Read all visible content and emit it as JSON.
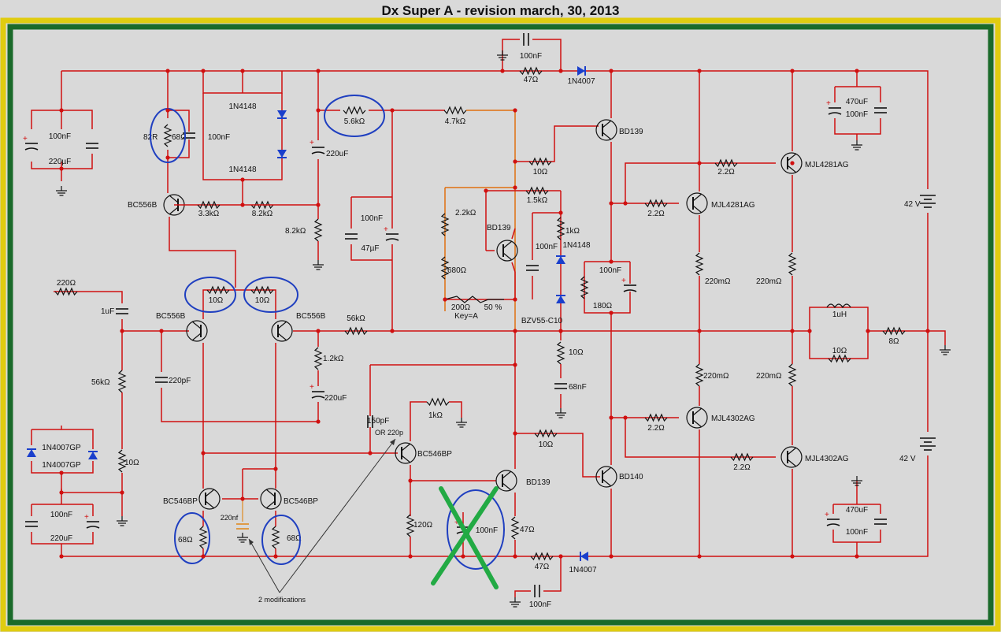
{
  "title": "Dx Super A - revision march, 30, 2013",
  "colors": {
    "wire": "#d01010",
    "orange_wire": "#e07010",
    "component": "#111111",
    "diode": "#1a3fcc",
    "highlight": "#1f3fc0",
    "cross": "#22aa44",
    "modification": "#e08a20",
    "border_outer": "#e0cc10",
    "border_inner": "#1a6a2a",
    "background": "#d9d9d9"
  },
  "supplies": {
    "positive": "42 V",
    "negative": "42 V"
  },
  "components": {
    "c_100nF_top": "100nF",
    "r_47_top": "47Ω",
    "d_1N4007_top": "1N4007",
    "c_100nF_left_top": "100nF",
    "c_220uF_left_top": "220µF",
    "r_82R": "82R",
    "r_68_top": "68Ω",
    "c_100nF_bias": "100nF",
    "d_1N4148_a": "1N4148",
    "d_1N4148_b": "1N4148",
    "c_220uF_mid": "220uF",
    "r_5_6k": "5.6kΩ",
    "r_4_7k": "4.7kΩ",
    "q_bd139_top": "BD139",
    "r_10_bd": "10Ω",
    "q_bc556_top": "BC556B",
    "r_3_3k": "3.3kΩ",
    "r_8_2k_h": "8.2kΩ",
    "r_8_2k_v": "8.2kΩ",
    "c_100nF_mid": "100nF",
    "c_47uF": "47µF",
    "r_2_2k": "2.2kΩ",
    "q_bd139_vbe": "BD139",
    "r_1_5k": "1.5kΩ",
    "r_1k_d": "1kΩ",
    "d_1N4148_c": "1N4148",
    "c_100nF_vbe": "100nF",
    "r_680": "680Ω",
    "pot_200": "200Ω",
    "pot_pct": "50  %",
    "pot_key": "Key=A",
    "d_zener": "BZV55-C10",
    "r_2_2_a": "2.2Ω",
    "r_2_2_b": "2.2Ω",
    "q_mjl4281_a": "MJL4281AG",
    "q_mjl4281_b": "MJL4281AG",
    "c_470uF_top": "470uF",
    "c_100nF_rt": "100nF",
    "c_100nF_180": "100nF",
    "r_180": "180Ω",
    "r_220m_a": "220mΩ",
    "r_220m_b": "220mΩ",
    "l_1uH": "1uH",
    "r_10_l": "10Ω",
    "r_8": "8Ω",
    "r_220_in": "220Ω",
    "c_1uF": "1uF",
    "q_bc556_l": "BC556B",
    "q_bc556_r": "BC556B",
    "r_10_e1": "10Ω",
    "r_10_e2": "10Ω",
    "r_56k_fb": "56kΩ",
    "r_56k_in": "56kΩ",
    "c_220pF": "220pF",
    "r_1_2k": "1.2kΩ",
    "c_220uF_fb": "220uF",
    "r_10_zb": "10Ω",
    "c_68nF": "68nF",
    "r_10_gnd": "10Ω",
    "d_1N4007GP_a": "1N4007GP",
    "d_1N4007GP_b": "1N4007GP",
    "c_150pF": "150pF",
    "c_or_220p": "OR 220p",
    "r_1k_vas": "1kΩ",
    "q_bc546_vas": "BC546BP",
    "r_10_low": "10Ω",
    "r_220m_c": "220mΩ",
    "r_220m_d": "220mΩ",
    "q_mjl4302_a": "MJL4302AG",
    "q_mjl4302_b": "MJL4302AG",
    "r_2_2_c": "2.2Ω",
    "r_2_2_d": "2.2Ω",
    "q_bd139_low": "BD139",
    "q_bd140": "BD140",
    "c_100nF_left_bot": "100nF",
    "c_220uF_left_bot": "220uF",
    "q_bc546_l": "BC546BP",
    "q_bc546_r": "BC546BP",
    "c_220nf": "220nf",
    "r_68_l": "68Ω",
    "r_68_r": "68Ω",
    "r_120": "120Ω",
    "c_100nF_x": "100nF",
    "r_47_low": "47Ω",
    "r_47_bot": "47Ω",
    "d_1N4007_bot": "1N4007",
    "c_100nF_bot": "100nF",
    "c_470uF_bot": "470uF",
    "c_100nF_rb": "100nF",
    "note": "2 modifications"
  }
}
